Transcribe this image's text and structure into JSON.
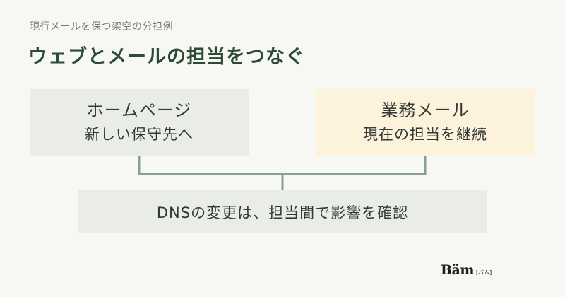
{
  "header": {
    "subtitle": "現行メールを保つ架空の分担例",
    "title": "ウェブとメールの担当をつなぐ"
  },
  "diagram": {
    "left_box": {
      "line1": "ホームページ",
      "line2": "新しい保守先へ"
    },
    "right_box": {
      "line1": "業務メール",
      "line2": "現在の担当を継続"
    },
    "bottom_box": {
      "text": "DNSの変更は、担当間で影響を確認"
    },
    "colors": {
      "left_fill": "#eaede6",
      "right_fill": "#fdf3dc",
      "bottom_fill": "#eaede6",
      "connector": "#8aa08f"
    }
  },
  "logo": {
    "main": "Bäm",
    "sub": "[バム]"
  }
}
